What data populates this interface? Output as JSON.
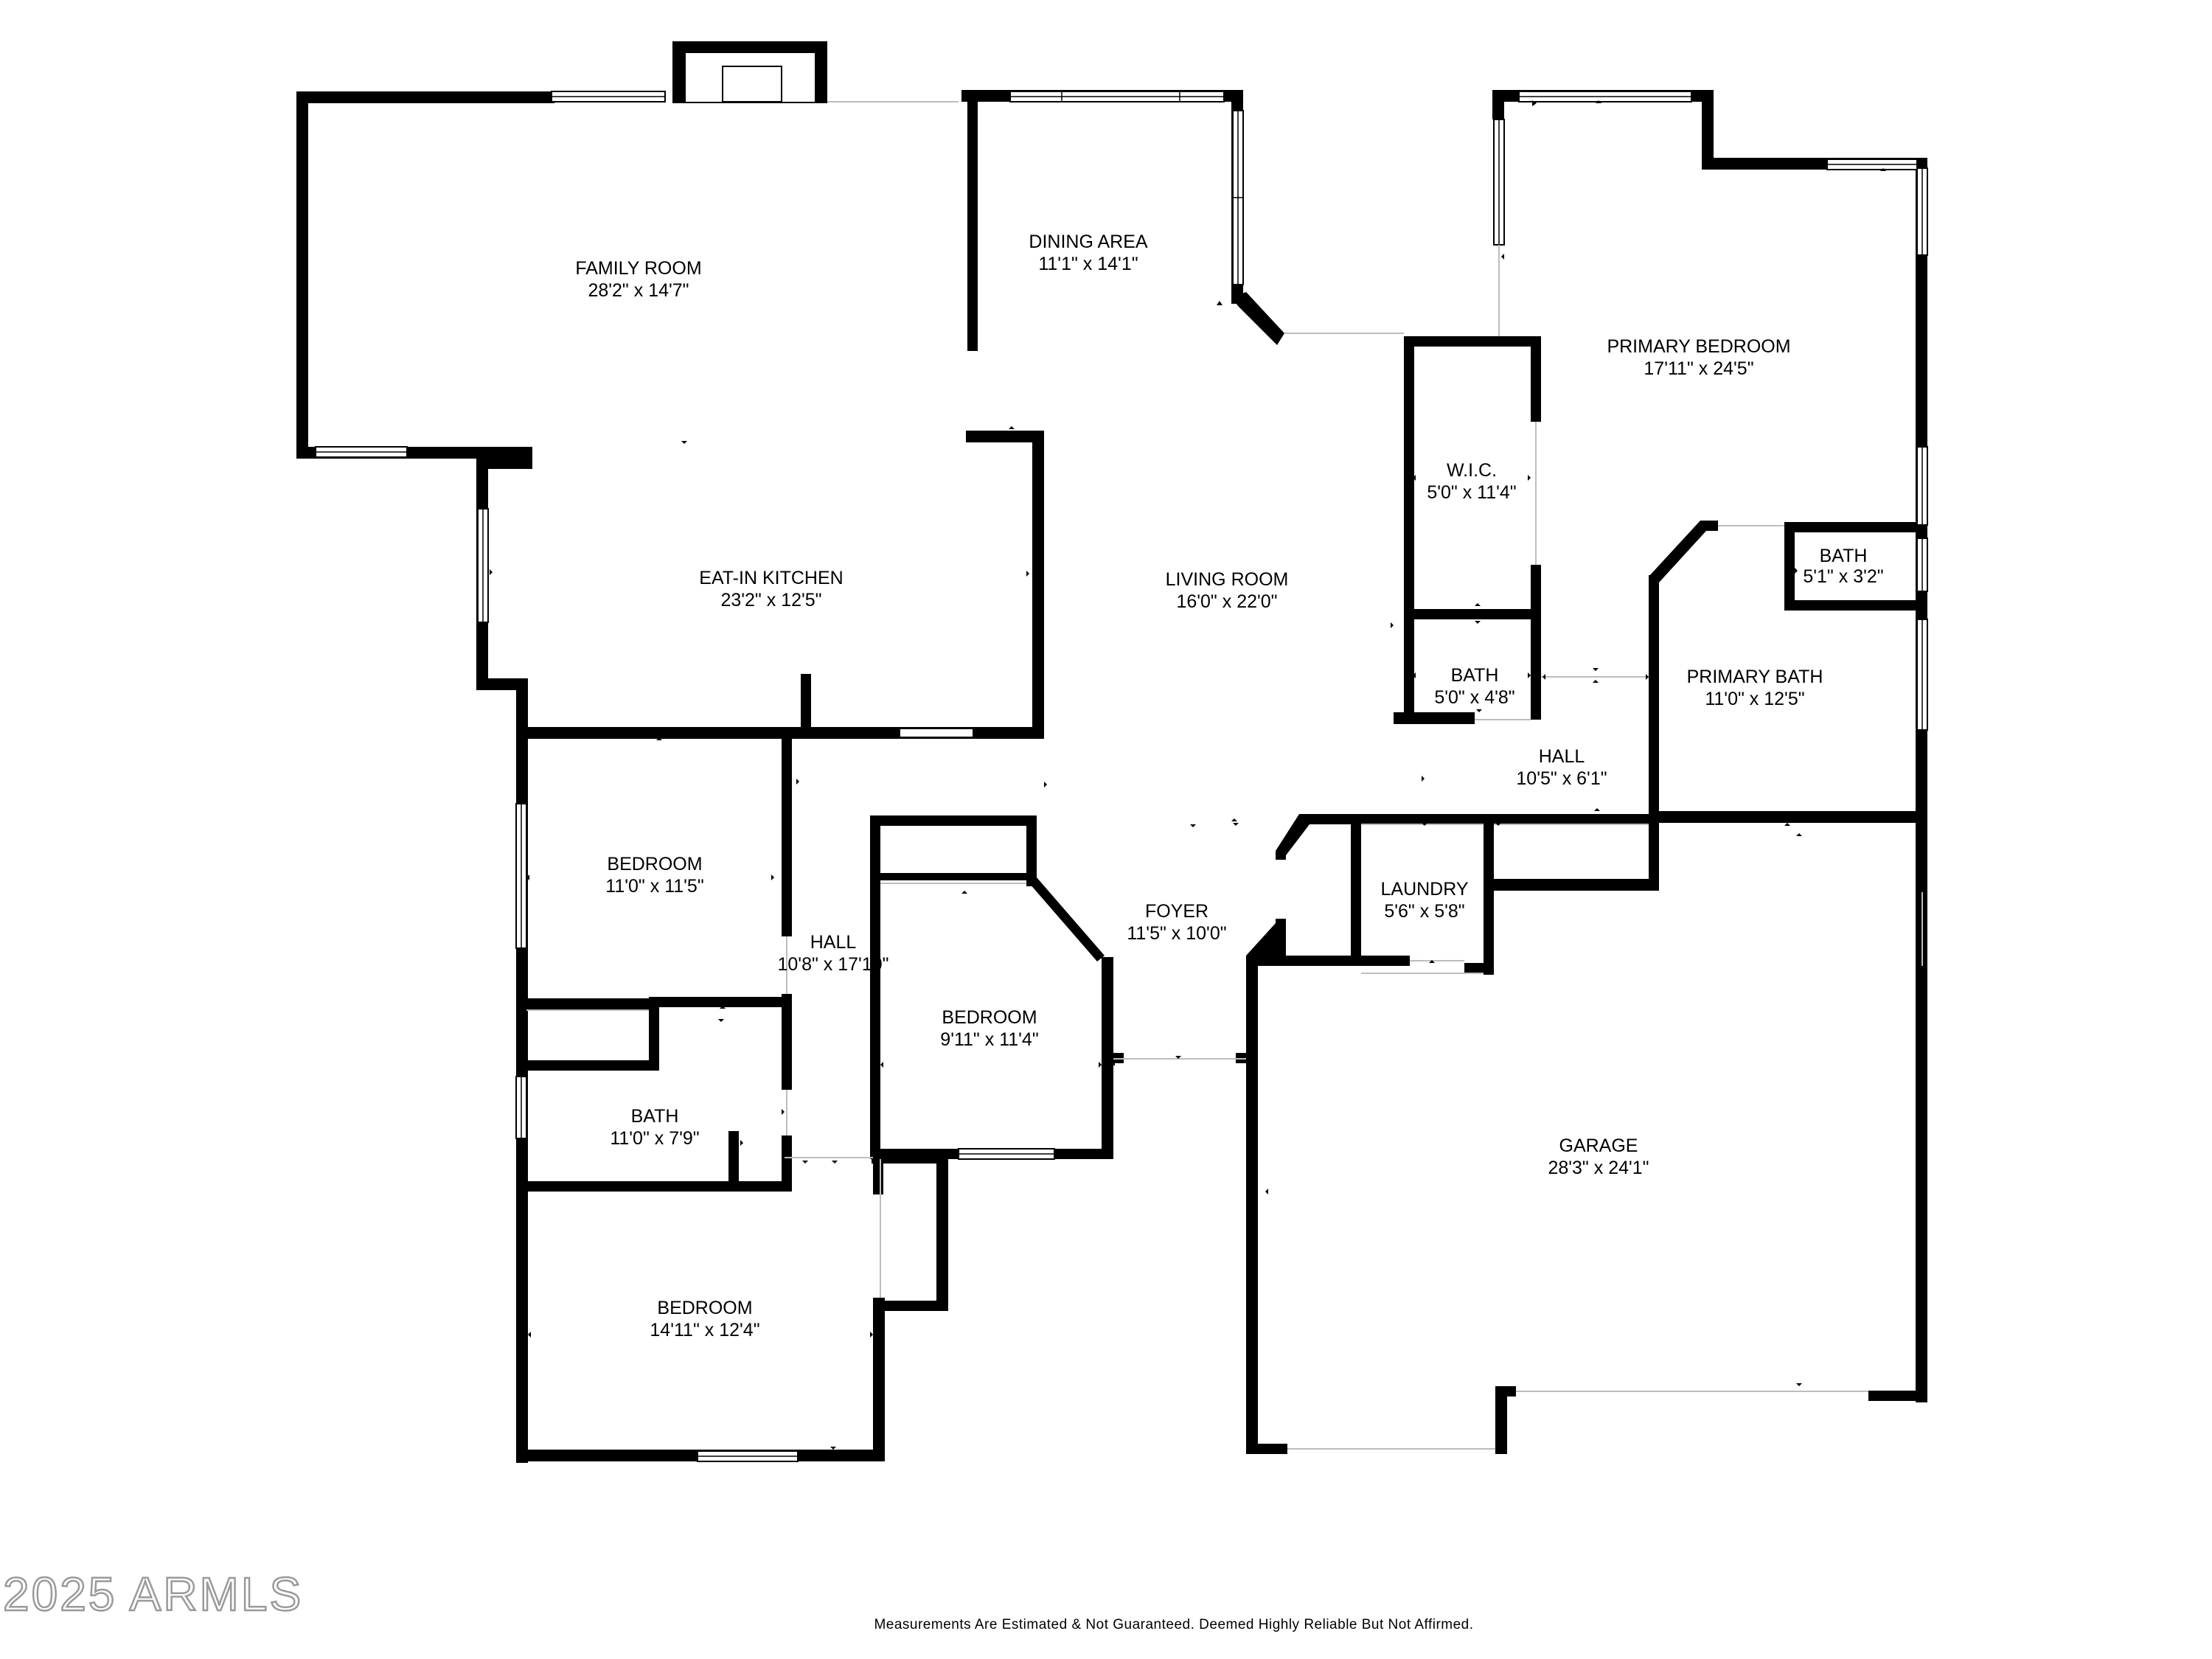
{
  "rooms": {
    "family_room": {
      "name": "FAMILY ROOM",
      "dims": "28'2\" x 14'7\""
    },
    "dining_area": {
      "name": "DINING AREA",
      "dims": "11'1\" x 14'1\""
    },
    "primary_bedroom": {
      "name": "PRIMARY BEDROOM",
      "dims": "17'11\" x 24'5\""
    },
    "wic": {
      "name": "W.I.C.",
      "dims": "5'0\" x 11'4\""
    },
    "eat_in_kitchen": {
      "name": "EAT-IN KITCHEN",
      "dims": "23'2\" x 12'5\""
    },
    "living_room": {
      "name": "LIVING ROOM",
      "dims": "16'0\" x 22'0\""
    },
    "bath_primary_small": {
      "name": "BATH",
      "dims": "5'1\" x 3'2\""
    },
    "bath_center": {
      "name": "BATH",
      "dims": "5'0\" x 4'8\""
    },
    "primary_bath": {
      "name": "PRIMARY BATH",
      "dims": "11'0\" x 12'5\""
    },
    "hall_east": {
      "name": "HALL",
      "dims": "10'5\" x 6'1\""
    },
    "bedroom_west": {
      "name": "BEDROOM",
      "dims": "11'0\" x 11'5\""
    },
    "hall_west": {
      "name": "HALL",
      "dims": "10'8\" x 17'10\""
    },
    "foyer": {
      "name": "FOYER",
      "dims": "11'5\" x 10'0\""
    },
    "laundry": {
      "name": "LAUNDRY",
      "dims": "5'6\" x 5'8\""
    },
    "bedroom_center": {
      "name": "BEDROOM",
      "dims": "9'11\" x 11'4\""
    },
    "bath_west": {
      "name": "BATH",
      "dims": "11'0\" x 7'9\""
    },
    "garage": {
      "name": "GARAGE",
      "dims": "28'3\" x 24'1\""
    },
    "bedroom_southwest": {
      "name": "BEDROOM",
      "dims": "14'11\" x 12'4\""
    }
  },
  "watermark": "2025 ARMLS",
  "disclaimer": "Measurements Are Estimated & Not Guaranteed. Deemed Highly Reliable But Not Affirmed.",
  "colors": {
    "wall": "#000000",
    "background": "#ffffff",
    "watermark": "#9a9a9a"
  }
}
